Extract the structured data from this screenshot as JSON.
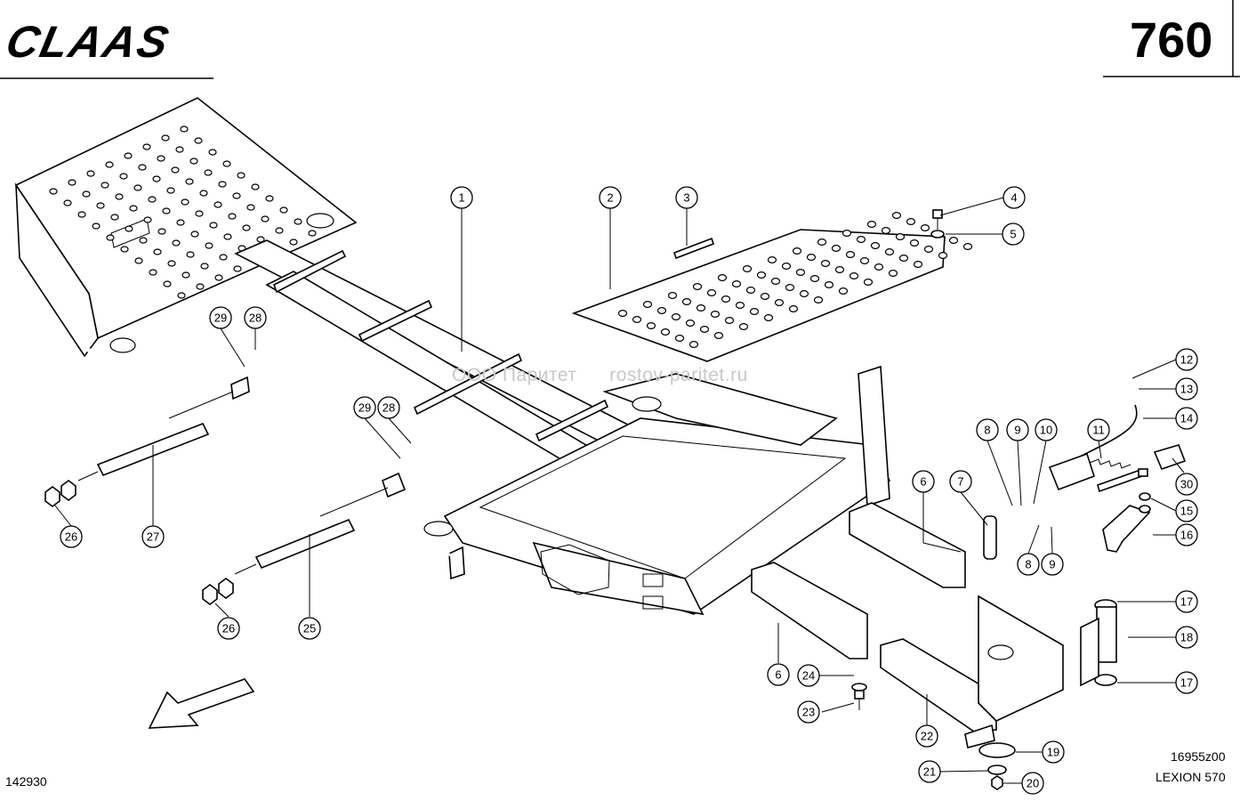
{
  "header": {
    "brand": "CLAAS",
    "page_number": "760"
  },
  "footer": {
    "drawing_number": "142930",
    "figure_code": "16955z00",
    "model": "LEXION 570"
  },
  "watermark": {
    "company": "ООО Паритет",
    "site": "rostov-paritet.ru"
  },
  "callouts": [
    "1",
    "2",
    "3",
    "4",
    "5",
    "6",
    "6",
    "7",
    "8",
    "8",
    "9",
    "9",
    "10",
    "11",
    "12",
    "13",
    "14",
    "15",
    "16",
    "17",
    "17",
    "18",
    "19",
    "20",
    "21",
    "22",
    "23",
    "24",
    "25",
    "26",
    "26",
    "27",
    "28",
    "28",
    "29",
    "29",
    "30"
  ]
}
